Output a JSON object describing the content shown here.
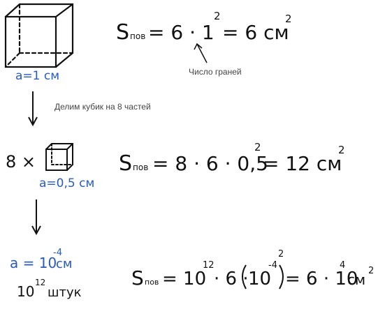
{
  "colors": {
    "ink": "#111111",
    "side_length_blue": "#2b5bb8",
    "note_gray": "#444444"
  },
  "step1": {
    "side_length": "a=1 см",
    "formula": {
      "s": "S",
      "sub": "пов",
      "rest": "= 6 · 1",
      "exp1": "2",
      "rhs": "= 6 см",
      "exp2": "2"
    },
    "annotation": "Число граней"
  },
  "arrow1_caption": "Делим кубик на 8 частей",
  "step2": {
    "multiplier": "8 ×",
    "side_length": "a=0,5 см",
    "formula": {
      "s": "S",
      "sub": "пов",
      "rest": "= 8 · 6 · 0,5",
      "exp1": "2",
      "rhs": "= 12 см",
      "exp2": "2"
    }
  },
  "step3": {
    "side_length": {
      "base": "a = 10",
      "exp": "-4",
      "unit": "см"
    },
    "count": {
      "base": "10",
      "exp": "12",
      "unit": "штук"
    },
    "formula": {
      "s": "S",
      "sub": "пов",
      "eq": "= 10",
      "exp_a": "12",
      "mid": "· 6 ·",
      "paren_base": "10",
      "exp_b": "-4",
      "exp_c": "2",
      "rhs": "= 6 · 10",
      "exp_d": "4",
      "unit": "см",
      "exp_e": "2"
    }
  }
}
